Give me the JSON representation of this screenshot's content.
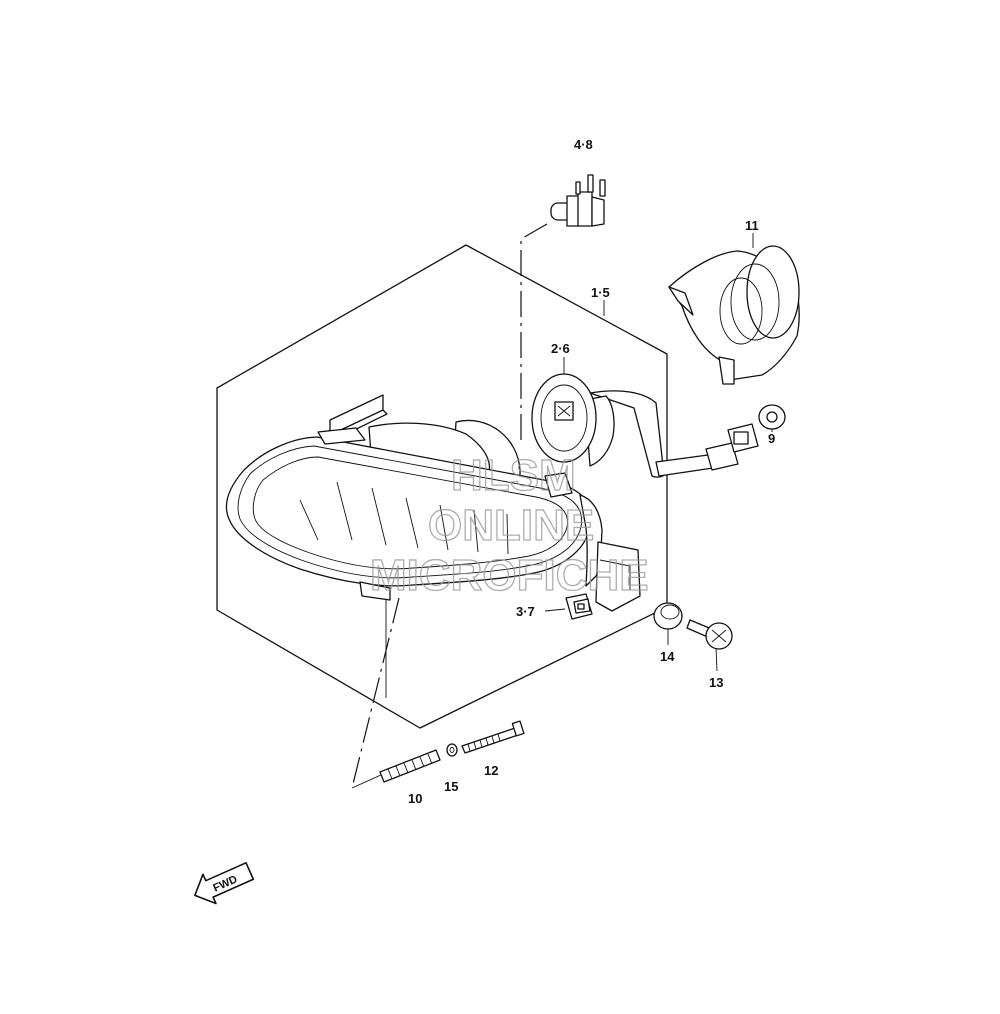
{
  "callouts": {
    "bulb": "4·8",
    "headlamp_housing": "1·5",
    "socket_cover": "2·6",
    "ring_cover": "11",
    "grommet_9": "9",
    "clip": "3·7",
    "cushion": "14",
    "screw": "13",
    "spring": "10",
    "washer": "15",
    "bolt": "12"
  },
  "fwd_label": "FWD",
  "watermark": {
    "line1": "HLSM",
    "line2": "ONLINE",
    "line3": "MICROFICHE"
  },
  "icons": {
    "fwd": "fwd-arrow-icon"
  }
}
